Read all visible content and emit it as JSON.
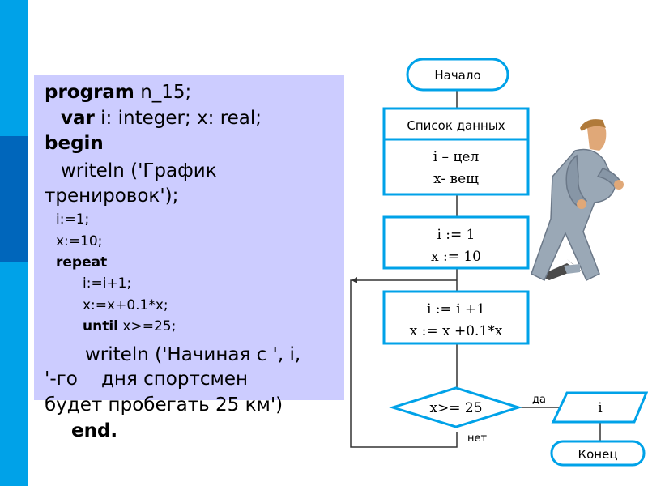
{
  "code": {
    "l1_kw": "program",
    "l1_rest": " n_15;",
    "l2_kw": "var",
    "l2_rest": " i: integer; x: real;",
    "l3_kw": "begin",
    "l4": "writeln ('График",
    "l5": "тренировок');",
    "l6": "i:=1;",
    "l7": "x:=10;",
    "l8_kw": "repeat",
    "l9": "i:=i+1;",
    "l10": "x:=x+0.1*x;",
    "l11_kw": "until",
    "l11_rest": " x>=25;",
    "l12": "writeln ('Начиная с ', i,",
    "l13": "'-го    дня спортсмен",
    "l14": "будет пробегать 25 км')",
    "l15_kw": "end."
  },
  "flowchart": {
    "start": "Начало",
    "data_header": "Список данных",
    "data_i": "i – цел",
    "data_x": "x- вещ",
    "init_i": "i := 1",
    "init_x": "x := 10",
    "loop_i": "i := i +1",
    "loop_x": "x := x +0.1*x",
    "condition": "x>= 25",
    "yes_label": "да",
    "no_label": "нет",
    "output": "i",
    "end": "Конец"
  },
  "colors": {
    "accent": "#00a2e8",
    "accent_dark": "#0066bb",
    "code_bg": "#ccccff",
    "shape_stroke": "#00a2e8"
  },
  "illustration": "running-athlete"
}
